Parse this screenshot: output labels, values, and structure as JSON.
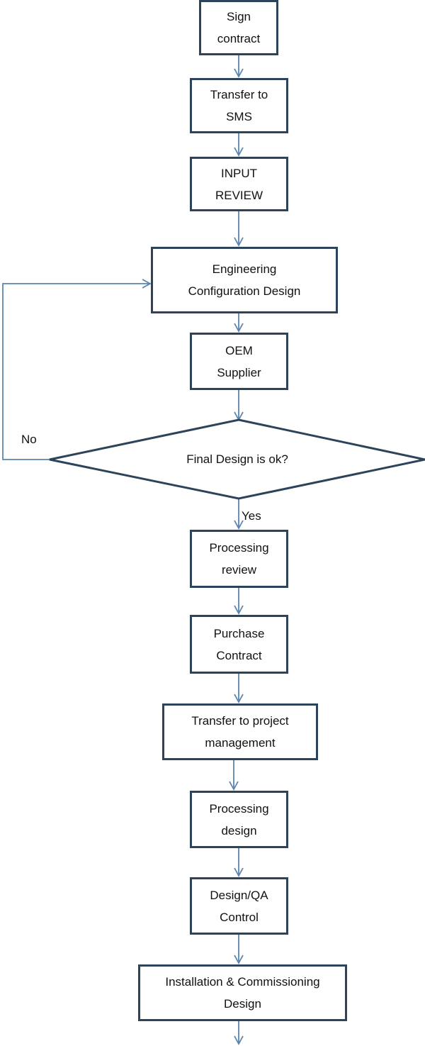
{
  "colors": {
    "box_border": "#2c4359",
    "arrow": "#5b85b0",
    "text": "#111111"
  },
  "steps": {
    "sign_contract": [
      "Sign",
      "contract"
    ],
    "transfer_sms": [
      "Transfer to",
      "SMS"
    ],
    "input_review": [
      "INPUT",
      "REVIEW"
    ],
    "eng_config": [
      "Engineering",
      "Configuration Design"
    ],
    "oem_supplier": [
      "OEM",
      "Supplier"
    ],
    "processing_review": [
      "Processing",
      "review"
    ],
    "purchase_contract": [
      "Purchase",
      "Contract"
    ],
    "transfer_pm": [
      "Transfer to project",
      "management"
    ],
    "processing_design": [
      "Processing",
      "design"
    ],
    "design_qa": [
      "Design/QA",
      "Control"
    ],
    "install_commission": [
      "Installation & Commissioning",
      "Design"
    ]
  },
  "decision": {
    "text": "Final Design is ok?",
    "no_label": "No",
    "yes_label": "Yes"
  }
}
